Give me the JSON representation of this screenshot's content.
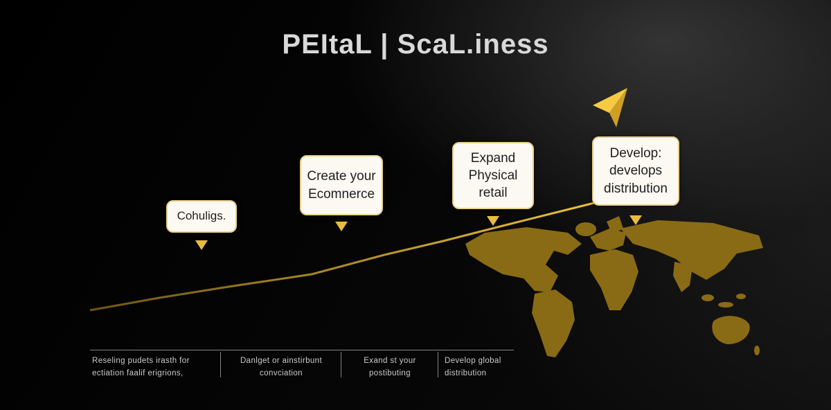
{
  "title": {
    "text": "PEItaL | ScaL.iness"
  },
  "callouts": [
    {
      "label": "Cohuligs."
    },
    {
      "label": "Create your Ecomnerce"
    },
    {
      "label": "Expand Physical retail"
    },
    {
      "label": "Develop: develops distribution"
    }
  ],
  "footnotes": [
    {
      "text": "Reseling pudets irasth for ectiation faalif erigrions,"
    },
    {
      "text": "Danlget or ainstirbunt convciation"
    },
    {
      "text": "Exand st your postibuting"
    },
    {
      "text": "Develop global distribution"
    }
  ],
  "colors": {
    "line_start": "#6e5511",
    "line_end": "#f5c940",
    "map": "#8f6f16",
    "arrow_bright": "#f6cb43",
    "arrow_dark": "#cf9f25",
    "pointer": "#e8bc41",
    "box_border": "#e9d08c",
    "box_bg": "#fbf9f1",
    "title_text": "#d9d9d9"
  }
}
